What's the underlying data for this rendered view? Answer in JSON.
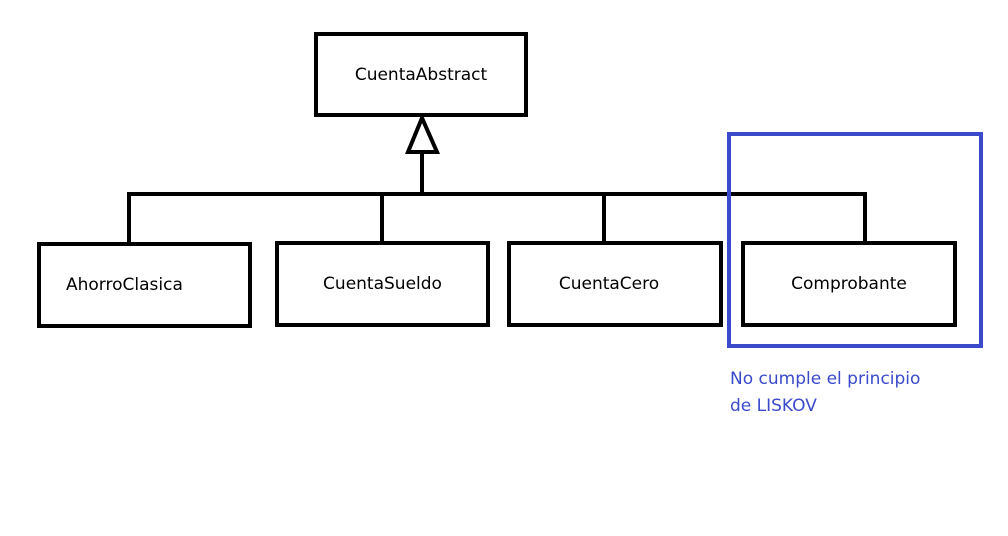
{
  "diagram": {
    "parent_class": {
      "label": "CuentaAbstract"
    },
    "child_classes": [
      {
        "label": "AhorroClasica"
      },
      {
        "label": "CuentaSueldo"
      },
      {
        "label": "CuentaCero"
      },
      {
        "label": "Comprobante"
      }
    ],
    "annotation": {
      "line1": "No cumple el principio",
      "line2": "de LISKOV",
      "color": "#3a4acb"
    },
    "stroke_color": "#000000"
  }
}
